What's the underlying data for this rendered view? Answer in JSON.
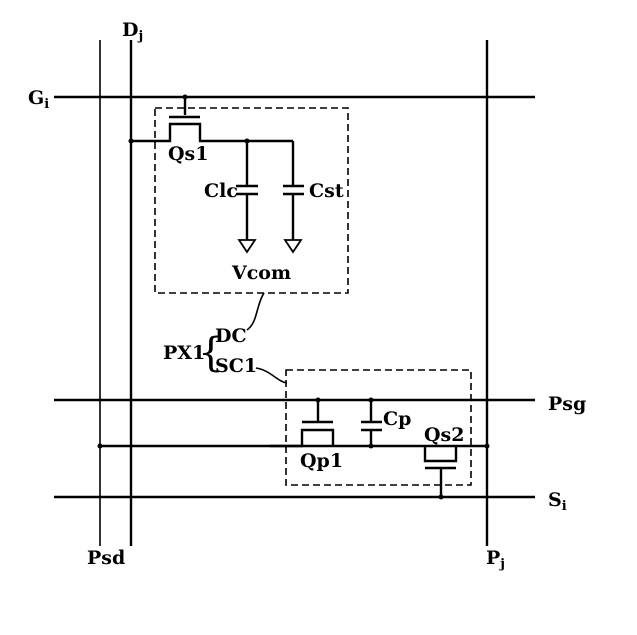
{
  "diagram": {
    "type": "pixel-circuit",
    "lines": {
      "gate_line": {
        "label": "G",
        "subscript": "i"
      },
      "data_line": {
        "label": "D",
        "subscript": "j"
      },
      "psd_line": {
        "label": "Psd"
      },
      "pj_line": {
        "label": "P",
        "subscript": "j"
      },
      "psg_line": {
        "label": "Psg"
      },
      "si_line": {
        "label": "S",
        "subscript": "i"
      }
    },
    "components": {
      "qs1": {
        "label": "Qs1",
        "kind": "transistor"
      },
      "clc": {
        "label": "Clc",
        "kind": "capacitor"
      },
      "cst": {
        "label": "Cst",
        "kind": "capacitor"
      },
      "vcom": {
        "label": "Vcom",
        "kind": "common-voltage"
      },
      "qp1": {
        "label": "Qp1",
        "kind": "transistor"
      },
      "cp": {
        "label": "Cp",
        "kind": "capacitor"
      },
      "qs2": {
        "label": "Qs2",
        "kind": "transistor"
      }
    },
    "groups": {
      "px1": {
        "label": "PX1"
      },
      "dc": {
        "label": "DC"
      },
      "sc1": {
        "label": "SC1"
      }
    }
  }
}
